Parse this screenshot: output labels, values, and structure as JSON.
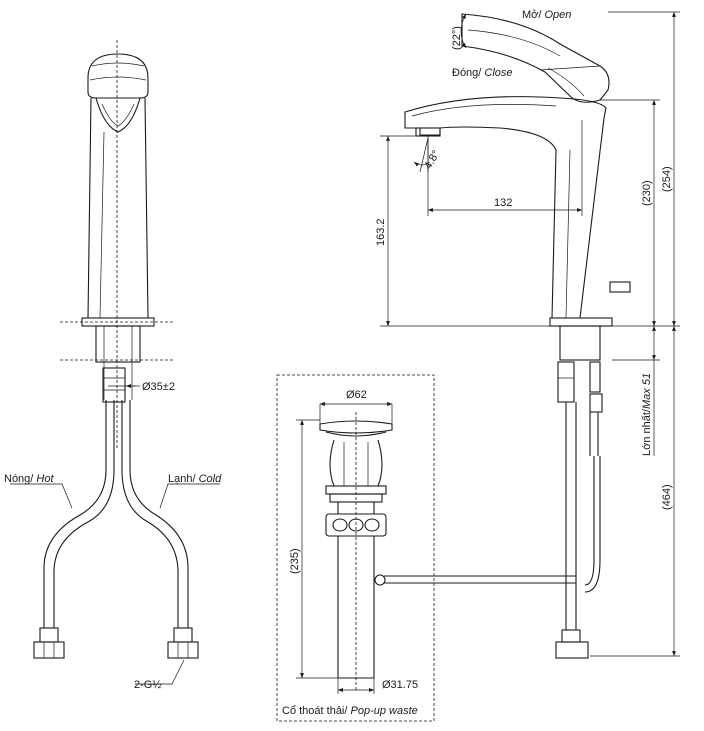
{
  "dimensions": {
    "angle_handle": "(22°)",
    "angle_spout": "4.8°",
    "spout_reach": "132",
    "spout_height": "163.2",
    "height_230": "(230)",
    "height_254": "(254)",
    "below_464": "(464)",
    "max_thickness_prefix": "Lớn nhất/",
    "max_thickness_value": "Max 51",
    "hole_diameter": "Ø35±2",
    "drain_head": "Ø62",
    "drain_length": "(235)",
    "drain_pipe": "Ø31.75",
    "thread": "2-G½"
  },
  "labels": {
    "open_prefix": "Mở/ ",
    "open_italic": "Open",
    "close_prefix": "Đóng/ ",
    "close_italic": "Close",
    "hot_prefix": "Nóng/ ",
    "hot_italic": "Hot",
    "cold_prefix": "Lạnh/ ",
    "cold_italic": "Cold",
    "drain_prefix": "Cổ thoát thải/ ",
    "drain_italic": "Pop-up waste"
  }
}
